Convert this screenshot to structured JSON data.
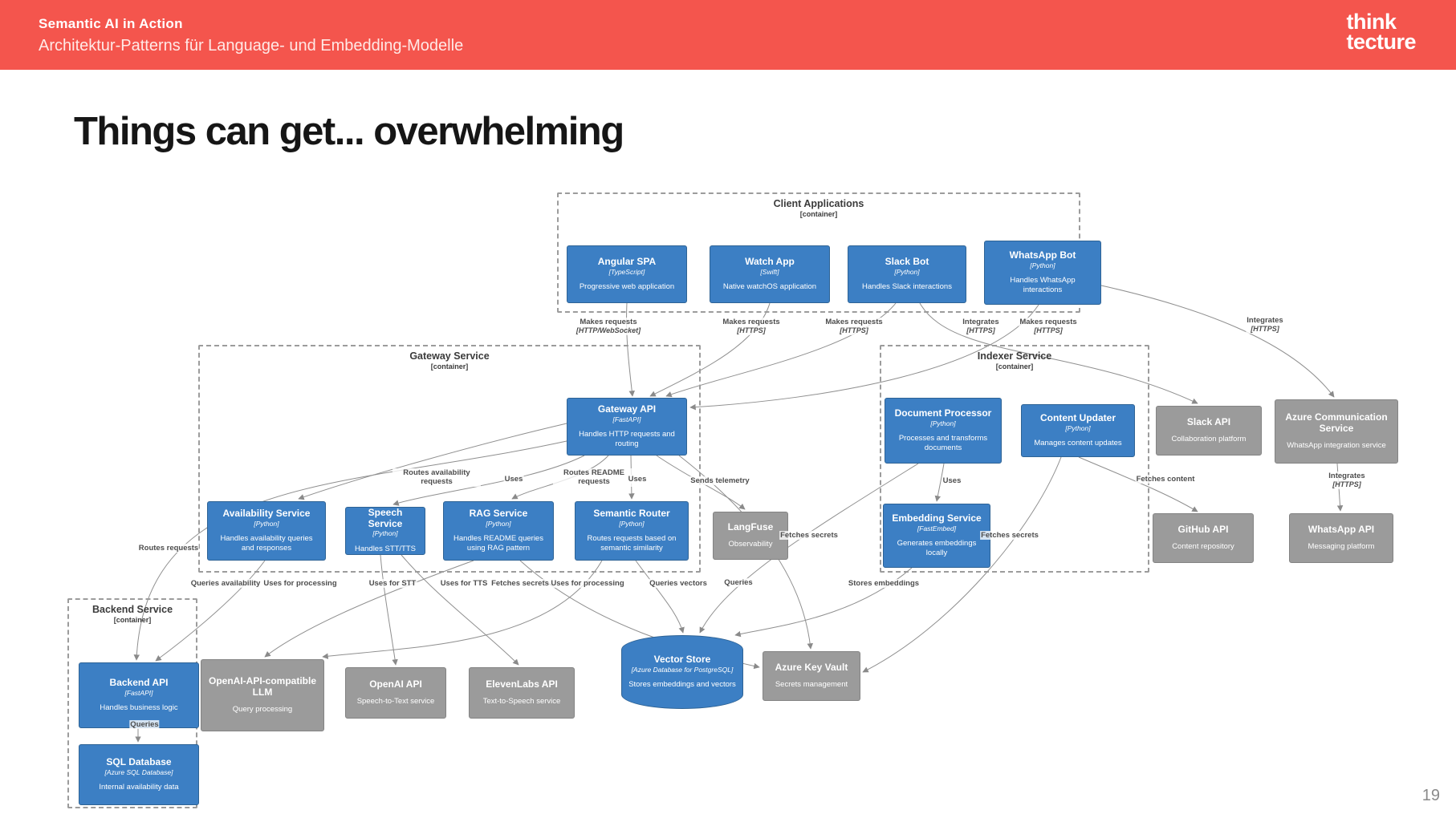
{
  "header": {
    "title": "Semantic AI in Action",
    "subtitle": "Architektur-Patterns für Language- und Embedding-Modelle",
    "logo_line1": "think",
    "logo_line2": "tecture",
    "bg_color": "#F4554D"
  },
  "slide": {
    "title": "Things can get... overwhelming",
    "page_number": "19"
  },
  "colors": {
    "node_blue": "#3C7FC4",
    "node_blue_border": "#2E6395",
    "node_gray": "#9B9B9B",
    "edge_line": "#8F8F8F"
  },
  "diagram": {
    "groups": {
      "client": {
        "title": "Client Applications",
        "sub": "[container]"
      },
      "gateway": {
        "title": "Gateway Service",
        "sub": "[container]"
      },
      "indexer": {
        "title": "Indexer Service",
        "sub": "[container]"
      },
      "backend": {
        "title": "Backend Service",
        "sub": "[container]"
      }
    },
    "nodes": {
      "angular_spa": {
        "title": "Angular SPA",
        "tech": "[TypeScript]",
        "desc": "Progressive web application"
      },
      "watch_app": {
        "title": "Watch App",
        "tech": "[Swift]",
        "desc": "Native watchOS application"
      },
      "slack_bot": {
        "title": "Slack Bot",
        "tech": "[Python]",
        "desc": "Handles Slack interactions"
      },
      "whatsapp_bot": {
        "title": "WhatsApp Bot",
        "tech": "[Python]",
        "desc": "Handles WhatsApp interactions"
      },
      "gateway_api": {
        "title": "Gateway API",
        "tech": "[FastAPI]",
        "desc": "Handles HTTP requests and routing"
      },
      "availability_service": {
        "title": "Availability Service",
        "tech": "[Python]",
        "desc": "Handles availability queries and responses"
      },
      "speech_service": {
        "title": "Speech Service",
        "tech": "[Python]",
        "desc": "Handles STT/TTS"
      },
      "rag_service": {
        "title": "RAG Service",
        "tech": "[Python]",
        "desc": "Handles README queries using RAG pattern"
      },
      "semantic_router": {
        "title": "Semantic Router",
        "tech": "[Python]",
        "desc": "Routes requests based on semantic similarity"
      },
      "langfuse": {
        "title": "LangFuse",
        "desc": "Observability"
      },
      "document_processor": {
        "title": "Document Processor",
        "tech": "[Python]",
        "desc": "Processes and transforms documents"
      },
      "content_updater": {
        "title": "Content Updater",
        "tech": "[Python]",
        "desc": "Manages content updates"
      },
      "embedding_service": {
        "title": "Embedding Service",
        "tech": "[FastEmbed]",
        "desc": "Generates embeddings locally"
      },
      "slack_api": {
        "title": "Slack API",
        "desc": "Collaboration platform"
      },
      "azure_comm": {
        "title": "Azure Communication Service",
        "desc": "WhatsApp integration service"
      },
      "github_api": {
        "title": "GitHub API",
        "desc": "Content repository"
      },
      "whatsapp_api": {
        "title": "WhatsApp API",
        "desc": "Messaging platform"
      },
      "backend_api": {
        "title": "Backend API",
        "tech": "[FastAPI]",
        "desc": "Handles business logic"
      },
      "sql_database": {
        "title": "SQL Database",
        "tech": "[Azure SQL Database]",
        "desc": "Internal availability data"
      },
      "llm": {
        "title": "OpenAI-API-compatible LLM",
        "desc": "Query processing"
      },
      "openai_api": {
        "title": "OpenAI API",
        "desc": "Speech-to-Text service"
      },
      "elevenlabs_api": {
        "title": "ElevenLabs API",
        "desc": "Text-to-Speech service"
      },
      "vector_store": {
        "title": "Vector Store",
        "tech": "[Azure Database for PostgreSQL]",
        "desc": "Stores embeddings and vectors"
      },
      "key_vault": {
        "title": "Azure Key Vault",
        "desc": "Secrets management"
      }
    },
    "edge_labels": [
      {
        "text": "Makes requests",
        "tech": "[HTTP/WebSocket]"
      },
      {
        "text": "Makes requests",
        "tech": "[HTTPS]"
      },
      {
        "text": "Makes requests",
        "tech": "[HTTPS]"
      },
      {
        "text": "Integrates",
        "tech": "[HTTPS]"
      },
      {
        "text": "Makes requests",
        "tech": "[HTTPS]"
      },
      {
        "text": "Integrates",
        "tech": "[HTTPS]"
      },
      {
        "text": "Routes availability requests"
      },
      {
        "text": "Uses"
      },
      {
        "text": "Routes README requests"
      },
      {
        "text": "Uses"
      },
      {
        "text": "Sends telemetry"
      },
      {
        "text": "Routes requests"
      },
      {
        "text": "Fetches secrets"
      },
      {
        "text": "Uses"
      },
      {
        "text": "Fetches secrets"
      },
      {
        "text": "Fetches content"
      },
      {
        "text": "Integrates",
        "tech": "[HTTPS]"
      },
      {
        "text": "Queries availability"
      },
      {
        "text": "Uses for processing"
      },
      {
        "text": "Uses for STT"
      },
      {
        "text": "Uses for TTS"
      },
      {
        "text": "Fetches secrets"
      },
      {
        "text": "Uses for processing"
      },
      {
        "text": "Queries vectors"
      },
      {
        "text": "Queries"
      },
      {
        "text": "Stores embeddings"
      },
      {
        "text": "Queries"
      }
    ]
  }
}
